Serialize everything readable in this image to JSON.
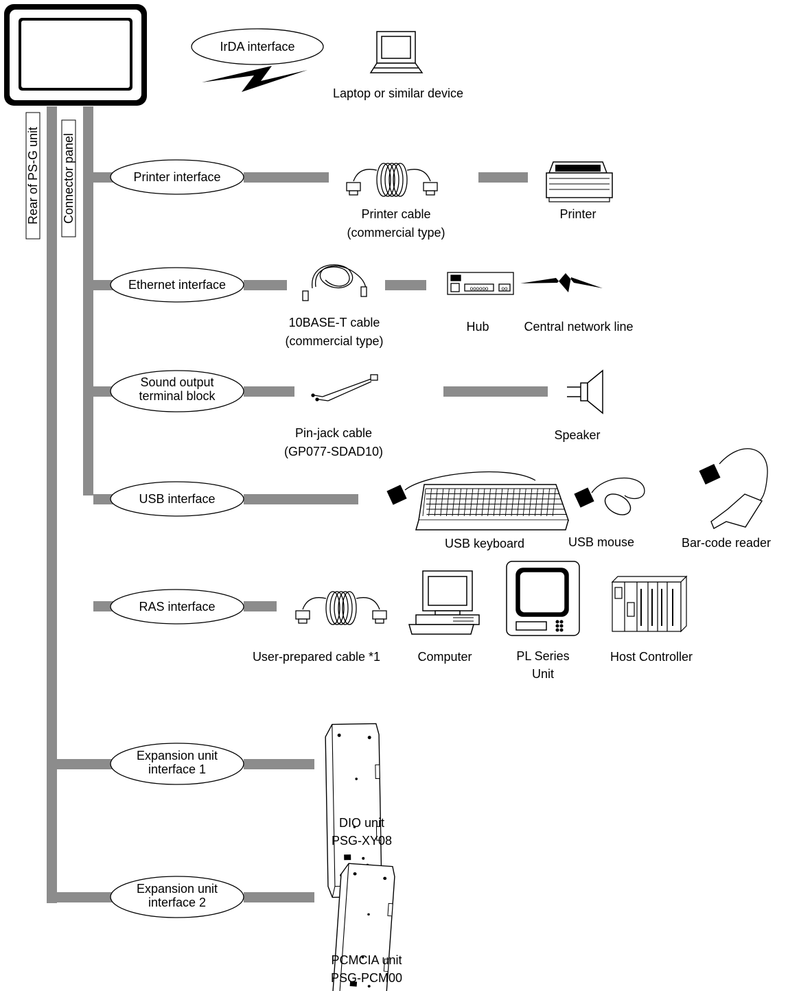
{
  "rails": {
    "rear": "Rear of PS-G unit",
    "connector": "Connector panel"
  },
  "interfaces": {
    "irda": [
      "IrDA interface"
    ],
    "printer": [
      "Printer interface"
    ],
    "ethernet": [
      "Ethernet interface"
    ],
    "sound": [
      "Sound output",
      "terminal block"
    ],
    "usb": [
      "USB interface"
    ],
    "ras": [
      "RAS interface"
    ],
    "exp1": [
      "Expansion unit",
      "interface 1"
    ],
    "exp2": [
      "Expansion unit",
      "interface 2"
    ]
  },
  "devices": {
    "laptop": [
      "Laptop or similar device"
    ],
    "printer_cable": [
      "Printer cable",
      "(commercial type)"
    ],
    "printer": [
      "Printer"
    ],
    "tenbase_cable": [
      "10BASE-T cable",
      "(commercial type)"
    ],
    "hub": [
      "Hub"
    ],
    "central_network": [
      "Central network line"
    ],
    "pinjack_cable": [
      "Pin-jack cable",
      "(GP077-SDAD10)"
    ],
    "speaker": [
      "Speaker"
    ],
    "usb_keyboard": [
      "USB keyboard"
    ],
    "usb_mouse": [
      "USB mouse"
    ],
    "barcode_reader": [
      "Bar-code reader"
    ],
    "user_cable": [
      "User-prepared cable *1"
    ],
    "computer": [
      "Computer"
    ],
    "pl_series": [
      "PL Series",
      "Unit"
    ],
    "host_controller": [
      "Host Controller"
    ],
    "dio_unit": [
      "DIO unit",
      "PSG-XY08"
    ],
    "pcmcia_unit": [
      "PCMCIA unit",
      "PSG-PCM00"
    ]
  },
  "icons": {
    "panel": "ps-g-panel-icon",
    "laptop": "laptop-icon",
    "coiled_cable": "coiled-cable-icon",
    "printer": "printer-icon",
    "lan_cable": "lan-cable-icon",
    "hub": "hub-icon",
    "lightning": "lightning-icon",
    "pinjack": "pin-jack-cable-icon",
    "speaker": "speaker-icon",
    "keyboard": "keyboard-icon",
    "mouse": "mouse-icon",
    "barcode": "barcode-reader-icon",
    "computer": "computer-icon",
    "pl_unit": "pl-unit-icon",
    "plc": "host-controller-icon",
    "module": "expansion-module-icon"
  },
  "colors": {
    "bus": "#8c8c8c",
    "stroke": "#000000",
    "background": "#ffffff"
  }
}
